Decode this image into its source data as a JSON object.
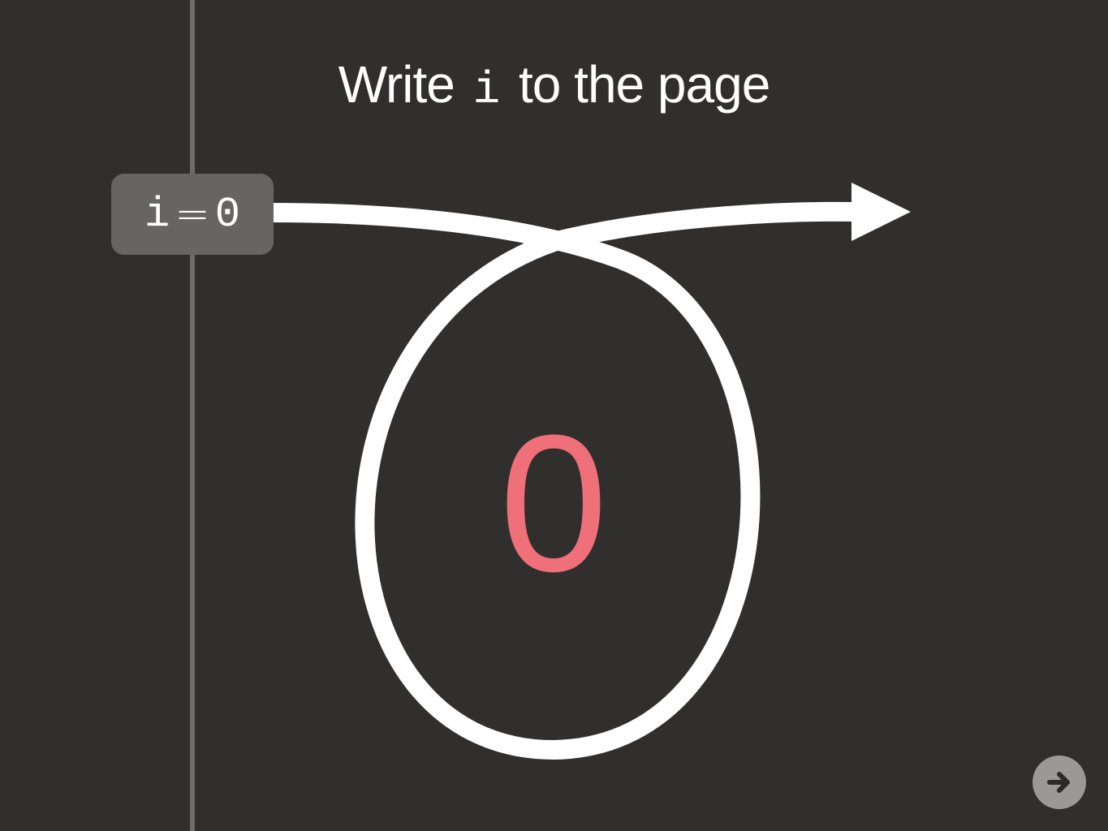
{
  "slide": {
    "title_prefix": "Write",
    "title_code": "i",
    "title_suffix": "to the page"
  },
  "variable": {
    "name": "i",
    "operator": "=",
    "value": "0"
  },
  "output": {
    "value": "0"
  },
  "colors": {
    "background": "#312f2e",
    "output_text": "#f0707a",
    "badge": "#666564",
    "timeline": "#6e6c6b",
    "loop_stroke": "#ffffff"
  },
  "icons": {
    "next": "arrow-right-circle-icon",
    "loop": "loop-arrow"
  }
}
